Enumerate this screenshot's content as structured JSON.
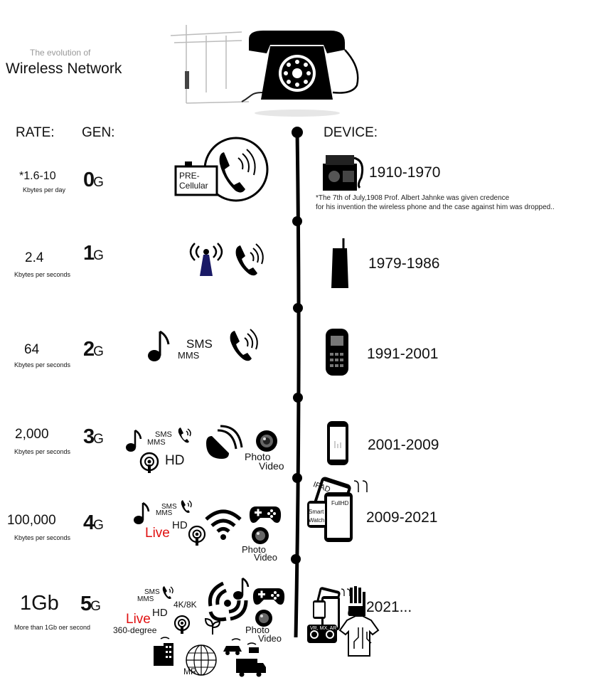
{
  "title": {
    "small": "The evolution of",
    "big": "Wireless Network"
  },
  "headers": {
    "rate": "RATE:",
    "gen": "GEN:",
    "device": "DEVICE:"
  },
  "rows": [
    {
      "gen": "0",
      "gen_suffix": "G",
      "rate": "*1.6-10",
      "rate_unit": "Kbytes per day",
      "years": "1910-1970",
      "icon_text": [
        "PRE-",
        "Cellular"
      ]
    },
    {
      "gen": "1",
      "gen_suffix": "G",
      "rate": "2.4",
      "rate_unit": "Kbytes per seconds",
      "years": "1979-1986"
    },
    {
      "gen": "2",
      "gen_suffix": "G",
      "rate": "64",
      "rate_unit": "Kbytes per seconds",
      "years": "1991-2001",
      "labels": {
        "sms": "SMS",
        "mms": "MMS"
      }
    },
    {
      "gen": "3",
      "gen_suffix": "G",
      "rate": "2,000",
      "rate_unit": "Kbytes per seconds",
      "years": "2001-2009",
      "labels": {
        "sms": "SMS",
        "mms": "MMS",
        "hd": "HD",
        "photo": "Photo",
        "video": "Video"
      }
    },
    {
      "gen": "4",
      "gen_suffix": "G",
      "rate": "100,000",
      "rate_unit": "Kbytes per seconds",
      "years": "2009-2021",
      "labels": {
        "sms": "SMS",
        "mms": "MMS",
        "hd": "HD",
        "live": "Live",
        "photo": "Photo",
        "video": "Video",
        "ipad": "IPAD",
        "smart": "Smart",
        "watch": "Watch",
        "fullhd": "FullHD"
      }
    },
    {
      "gen": "5",
      "gen_suffix": "G",
      "rate": "1Gb",
      "rate_unit": "More than 1Gb oer second",
      "years": "2021...",
      "labels": {
        "sms": "SMS",
        "mms": "MMS",
        "k": "4K/8K",
        "hd": "HD",
        "live": "Live",
        "deg": "360-degree",
        "photo": "Photo",
        "video": "Video",
        "mr": "MR",
        "vr": "VR, MX, AR"
      }
    }
  ],
  "note": [
    "*The 7th of July,1908 Prof. Albert Jahnke was given credence",
    "for his invention the wireless phone and the case against him was dropped.."
  ]
}
